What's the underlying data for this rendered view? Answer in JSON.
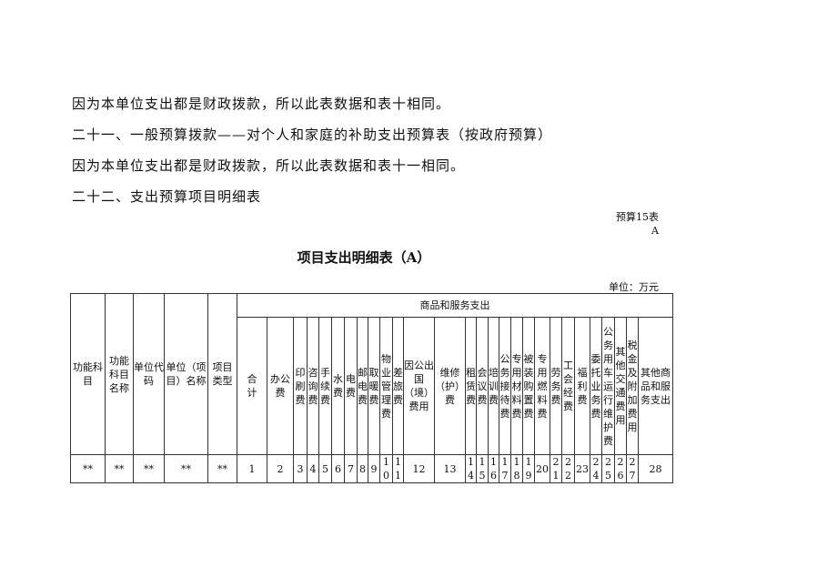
{
  "paragraphs": [
    "因为本单位支出都是财政拨款，所以此表数据和表十相同。",
    "二十一、一般预算拨款——对个人和家庭的补助支出预算表（按政府预算）",
    "因为本单位支出都是财政拨款，所以此表数据和表十一相同。",
    "二十二、支出预算项目明细表"
  ],
  "table_no": "预算15表",
  "table_suffix": "A",
  "title": "项目支出明细表（A）",
  "unit": "单位：万元",
  "table": {
    "left_headers": [
      "功能科目",
      "功能科目名称",
      "单位代码",
      "单位（项目）名称",
      "项目类型"
    ],
    "group_header": "商品和服务支出",
    "sub_headers": [
      "合　计",
      "办公费",
      "印刷费",
      "咨询费",
      "手续费",
      "水费",
      "电费",
      "邮电费",
      "取暖费",
      "物业管理费",
      "差旅费",
      "因公出国（境）费用",
      "维修（护）费",
      "租赁费",
      "会议费",
      "培训费",
      "公务接待费",
      "专用材料费",
      "被装购置费",
      "专用燃料费",
      "劳务费",
      "工会经费",
      "福利费",
      "委托业务费",
      "公务用车运行维护费",
      "其他交通费用",
      "税金及附加费用",
      "其他商品和服务支出"
    ],
    "row": [
      "**",
      "**",
      "**",
      "**",
      "**",
      "1",
      "2",
      "3",
      "4",
      "5",
      "6",
      "7",
      "8",
      "9",
      "10",
      "11",
      "12",
      "13",
      "14",
      "15",
      "16",
      "17",
      "18",
      "19",
      "20",
      "21",
      "22",
      "23",
      "24",
      "25",
      "26",
      "27",
      "28"
    ]
  }
}
